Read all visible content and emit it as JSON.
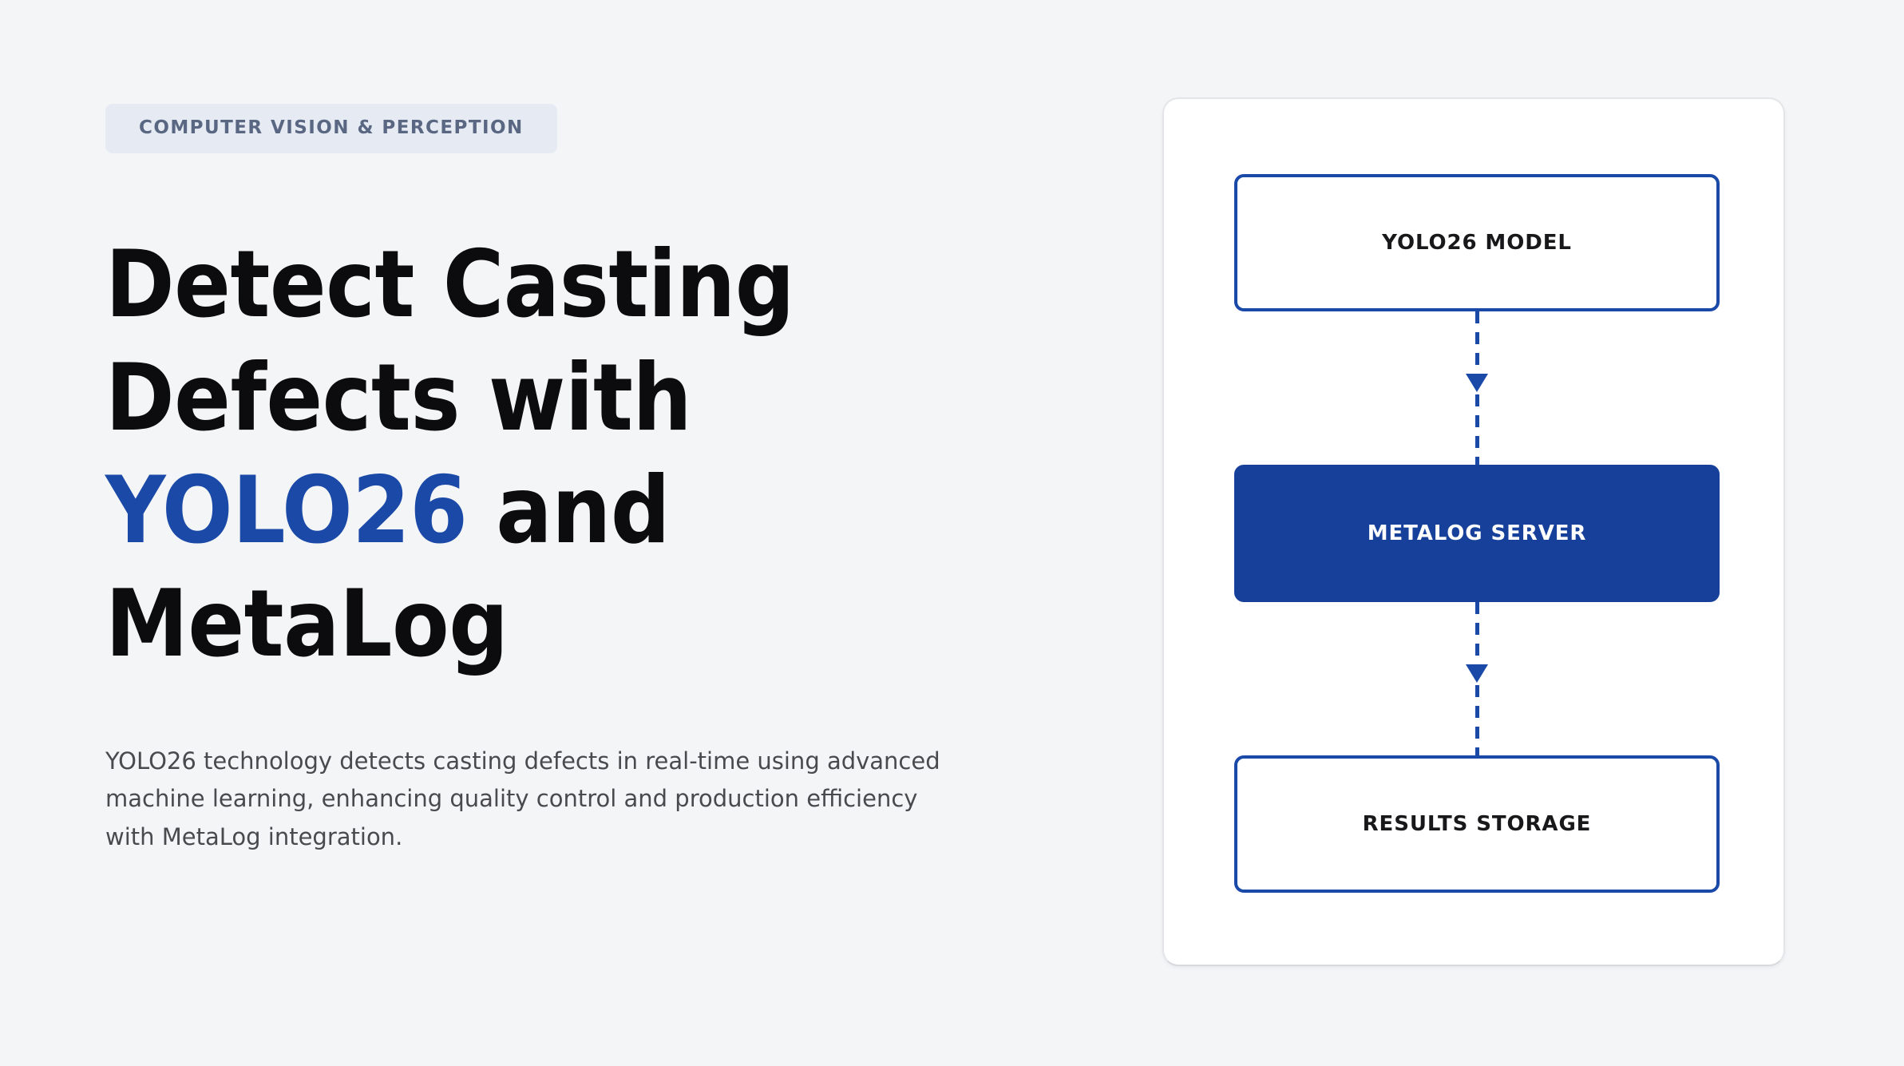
{
  "page": {
    "background_color": "#f4f5f7"
  },
  "hero": {
    "badge": {
      "label": "COMPUTER VISION & PERCEPTION",
      "background_color": "#e5eaf3",
      "text_color": "#5a6782"
    },
    "title": {
      "line1": "Detect Casting",
      "line2": "Defects with",
      "highlight": "YOLO26 ",
      "after_highlight": " and",
      "line4": "MetaLog",
      "text_color": "#0c0c0e",
      "accent_color": "#1a49a8"
    },
    "paragraph": "YOLO26 technology detects casting defects in real-time using advanced machine learning, enhancing quality control and production efficiency with MetaLog integration."
  },
  "diagram": {
    "card_background": "#ffffff",
    "card_border_color": "#e4e5e8",
    "accent_color": "#1a49a8",
    "filled_color": "#17409b",
    "nodes": [
      {
        "label": "YOLO26 MODEL",
        "style": "outlined"
      },
      {
        "label": "METALOG SERVER",
        "style": "filled"
      },
      {
        "label": "RESULTS STORAGE",
        "style": "outlined"
      }
    ],
    "connectors": [
      {
        "from": "YOLO26 MODEL",
        "to": "METALOG SERVER",
        "style": "dashed",
        "arrow": "down"
      },
      {
        "from": "METALOG SERVER",
        "to": "RESULTS STORAGE",
        "style": "dashed",
        "arrow": "down"
      }
    ]
  }
}
